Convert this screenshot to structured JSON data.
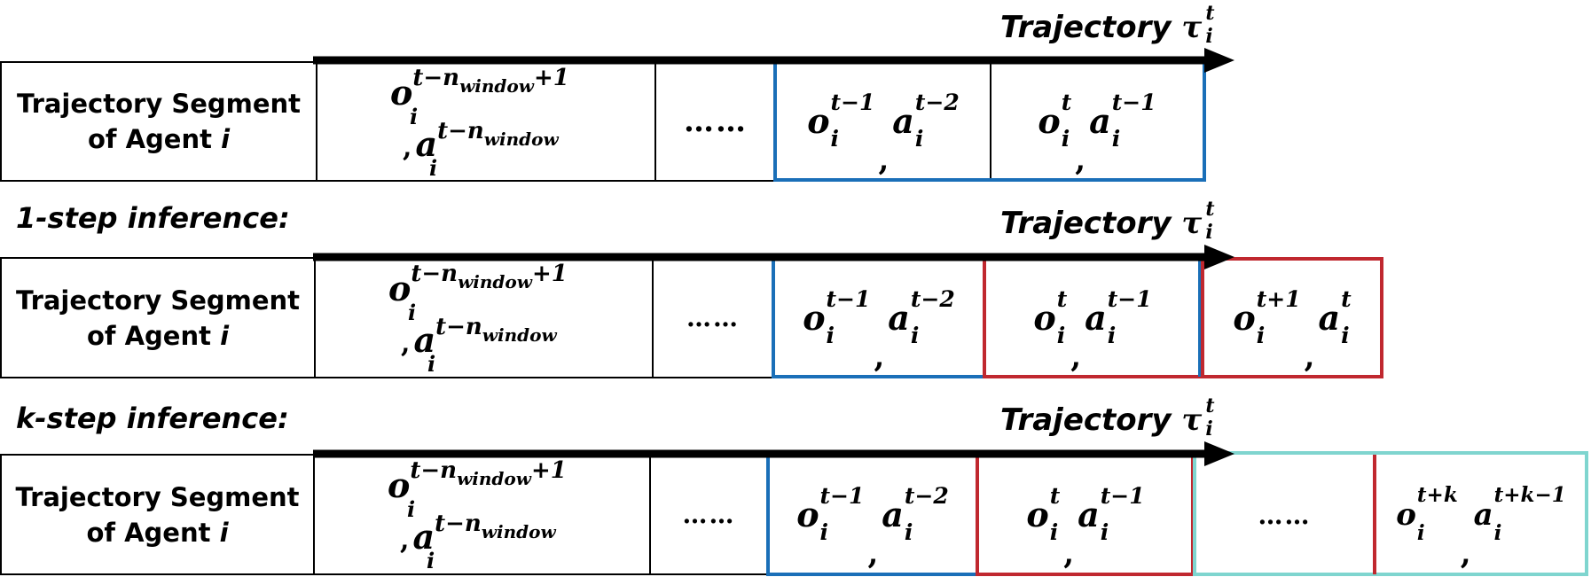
{
  "trajectory_label": {
    "text": "Trajectory",
    "symbol": "τ",
    "sup": "t",
    "sub": "i"
  },
  "rows": [
    {
      "title": "",
      "segment_label": {
        "line1": "Trajectory Segment",
        "line2_prefix": "of Agent ",
        "line2_var": "i"
      },
      "window_cell": {
        "obs_base": "o",
        "obs_sup": "t−n",
        "obs_sup_sub": "window",
        "obs_sup_tail": "+1",
        "obs_sub": "i",
        "act_prefix": ",",
        "act_base": "a",
        "act_sup": "t−n",
        "act_sup_sub": "window",
        "act_sub": "i"
      },
      "dots": "……",
      "cells": [
        {
          "o_sup": "t−1",
          "a_sup": "t−2",
          "sub": "i"
        },
        {
          "o_sup": "t",
          "a_sup": "t−1",
          "sub": "i"
        }
      ]
    },
    {
      "title": "1-step inference:",
      "segment_label": {
        "line1": "Trajectory Segment",
        "line2_prefix": "of Agent ",
        "line2_var": "i"
      },
      "window_cell": {
        "obs_base": "o",
        "obs_sup": "t−n",
        "obs_sup_sub": "window",
        "obs_sup_tail": "+1",
        "obs_sub": "i",
        "act_prefix": ",",
        "act_base": "a",
        "act_sup": "t−n",
        "act_sup_sub": "window",
        "act_sub": "i"
      },
      "dots": "……",
      "cells": [
        {
          "o_sup": "t−1",
          "a_sup": "t−2",
          "sub": "i"
        },
        {
          "o_sup": "t",
          "a_sup": "t−1",
          "sub": "i"
        },
        {
          "o_sup": "t+1",
          "a_sup": "t",
          "sub": "i"
        }
      ]
    },
    {
      "title": "k-step inference:",
      "segment_label": {
        "line1": "Trajectory Segment",
        "line2_prefix": "of Agent ",
        "line2_var": "i"
      },
      "window_cell": {
        "obs_base": "o",
        "obs_sup": "t−n",
        "obs_sup_sub": "window",
        "obs_sup_tail": "+1",
        "obs_sub": "i",
        "act_prefix": ",",
        "act_base": "a",
        "act_sup": "t−n",
        "act_sup_sub": "window",
        "act_sub": "i"
      },
      "dots": "……",
      "cells": [
        {
          "o_sup": "t−1",
          "a_sup": "t−2",
          "sub": "i"
        },
        {
          "o_sup": "t",
          "a_sup": "t−1",
          "sub": "i"
        },
        {
          "dots": "……"
        },
        {
          "o_sup": "t+k",
          "a_sup": "t+k−1",
          "sub": "i"
        }
      ]
    }
  ],
  "colors": {
    "history_box": "#1a6fb8",
    "inferred_box": "#c0282f",
    "multi_step_box": "#7fd5cf",
    "grid": "#000000"
  }
}
